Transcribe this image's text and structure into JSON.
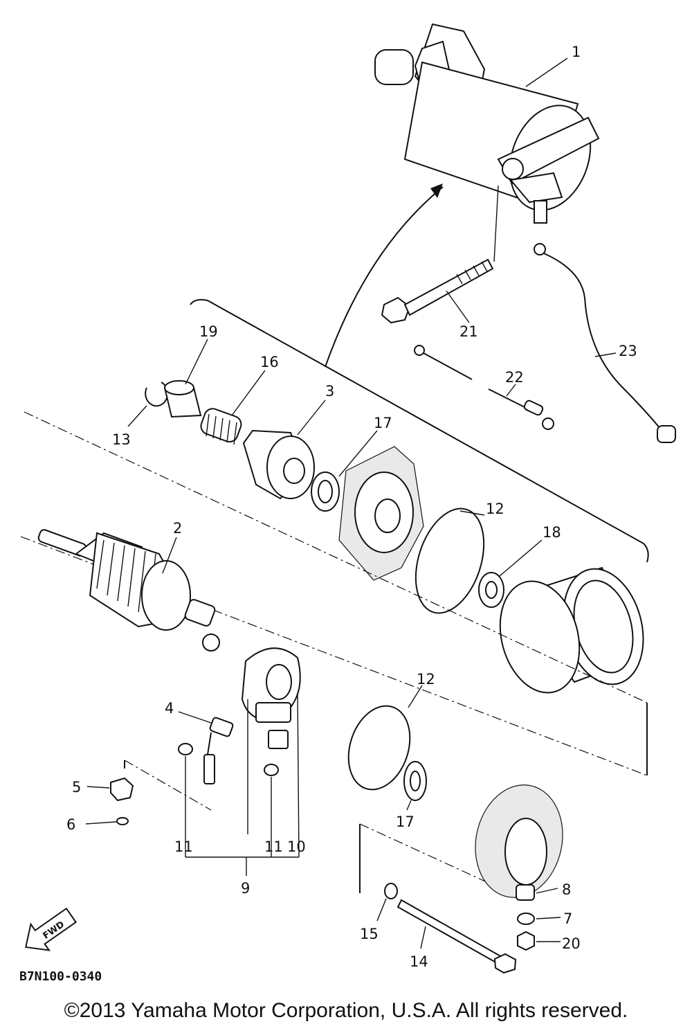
{
  "diagram": {
    "drawing_code": "B7N100-0340",
    "fwd_label": "FWD",
    "callouts": [
      {
        "id": "c1",
        "label": "1"
      },
      {
        "id": "c2",
        "label": "2"
      },
      {
        "id": "c3",
        "label": "3"
      },
      {
        "id": "c4",
        "label": "4"
      },
      {
        "id": "c5",
        "label": "5"
      },
      {
        "id": "c6",
        "label": "6"
      },
      {
        "id": "c7",
        "label": "7"
      },
      {
        "id": "c8",
        "label": "8"
      },
      {
        "id": "c9",
        "label": "9"
      },
      {
        "id": "c10",
        "label": "10"
      },
      {
        "id": "c11a",
        "label": "11"
      },
      {
        "id": "c11b",
        "label": "11"
      },
      {
        "id": "c12a",
        "label": "12"
      },
      {
        "id": "c12b",
        "label": "12"
      },
      {
        "id": "c13",
        "label": "13"
      },
      {
        "id": "c14",
        "label": "14"
      },
      {
        "id": "c15",
        "label": "15"
      },
      {
        "id": "c16",
        "label": "16"
      },
      {
        "id": "c17a",
        "label": "17"
      },
      {
        "id": "c17b",
        "label": "17"
      },
      {
        "id": "c18",
        "label": "18"
      },
      {
        "id": "c19",
        "label": "19"
      },
      {
        "id": "c20",
        "label": "20"
      },
      {
        "id": "c21",
        "label": "21"
      },
      {
        "id": "c22",
        "label": "22"
      },
      {
        "id": "c23",
        "label": "23"
      }
    ]
  },
  "footer": {
    "copyright": "©2013 Yamaha Motor Corporation, U.S.A. All rights reserved."
  }
}
